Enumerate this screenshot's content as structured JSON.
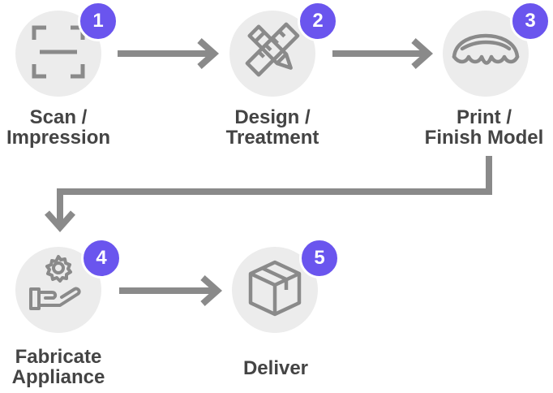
{
  "colors": {
    "badge": "#6a55ee",
    "circle": "#ececec",
    "icon": "#8a8a8a",
    "arrow": "#8a8a8a",
    "text": "#444444"
  },
  "steps": [
    {
      "number": "1",
      "icon": "scan-icon",
      "label_line1": "Scan /",
      "label_line2": "Impression"
    },
    {
      "number": "2",
      "icon": "design-tools-icon",
      "label_line1": "Design /",
      "label_line2": "Treatment"
    },
    {
      "number": "3",
      "icon": "dental-model-icon",
      "label_line1": "Print /",
      "label_line2": "Finish Model"
    },
    {
      "number": "4",
      "icon": "hand-gear-icon",
      "label_line1": "Fabricate",
      "label_line2": "Appliance"
    },
    {
      "number": "5",
      "icon": "package-box-icon",
      "label_line1": "Deliver",
      "label_line2": ""
    }
  ]
}
